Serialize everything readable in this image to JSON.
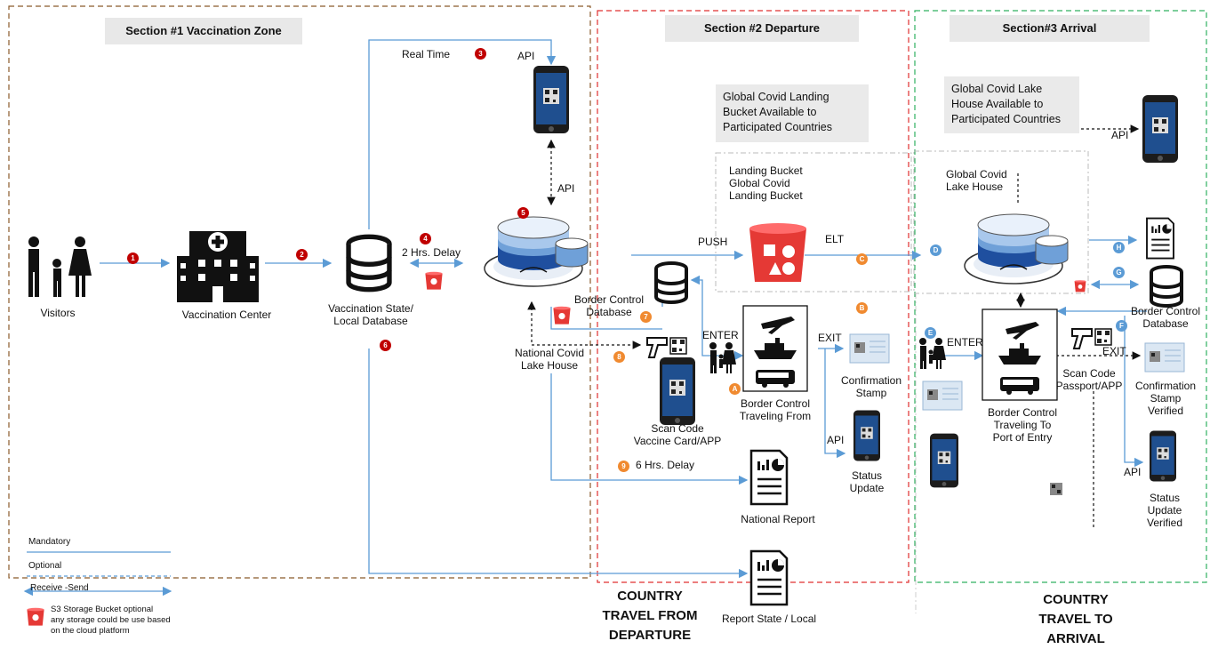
{
  "sections": {
    "s1": "Section #1 Vaccination Zone",
    "s2": "Section #2 Departure",
    "s3": "Section#3 Arrival"
  },
  "notes": {
    "landing_bucket": "Global Covid  Landing\nBucket Available to\nParticipated Countries",
    "lake_house": "Global Covid  Lake\nHouse Available to\nParticipated Countries"
  },
  "labels": {
    "visitors": "Visitors",
    "vaccination_center": "Vaccination Center",
    "vaccination_db": "Vaccination State/\nLocal Database",
    "real_time": "Real Time",
    "api_top": "API",
    "api_mid": "API",
    "api_status": "API",
    "api_arrival_top": "API",
    "api_arrival_bottom": "API",
    "two_hrs": "2 Hrs. Delay",
    "six_hrs": "6 Hrs. Delay",
    "national_lake": "National Covid\nLake House",
    "border_db_dep": "Border Control\nDatabase",
    "border_db_arr": "Border Control\nDatabase",
    "push": "PUSH",
    "elt": "ELT",
    "landing_label": "Landing  Bucket\nGlobal Covid\nLanding Bucket",
    "global_lake": "Global Covid\nLake House",
    "enter_dep": "ENTER",
    "exit_dep": "EXIT",
    "enter_arr": "ENTER",
    "exit_arr": "EXIT",
    "scan_vaccine": "Scan Code\nVaccine Card/APP",
    "traveling_from": "Border Control\nTraveling From",
    "confirmation_stamp": "Confirmation\nStamp",
    "status_update": "Status\nUpdate",
    "national_report": "National Report",
    "report_state": "Report State / Local",
    "traveling_to": "Border Control\nTraveling To\nPort of Entry",
    "scan_passport": "Scan Code\nPassport/APP",
    "stamp_verified": "Confirmation\nStamp\nVerified",
    "status_verified": "Status\nUpdate\nVerified",
    "country_from": "COUNTRY\nTRAVEL FROM\nDEPARTURE",
    "country_to": "COUNTRY\nTRAVEL TO\nARRIVAL"
  },
  "legend": {
    "mandatory": "Mandatory",
    "optional": "Optional",
    "receive_send": "Receive -Send",
    "s3": "S3 Storage Bucket  optional\nany storage could be use based\non the cloud platform"
  },
  "steps": [
    "1",
    "2",
    "3",
    "4",
    "5",
    "6",
    "7",
    "8",
    "9"
  ],
  "letters": [
    "A",
    "B",
    "C",
    "D",
    "E",
    "F",
    "G",
    "H"
  ],
  "colors": {
    "line": "#5b9bd5",
    "step_badge": "#c00000",
    "letter_badge_orange": "#f08a30",
    "letter_badge_blue": "#5b9bd5",
    "section1_border": "#8b5a2b",
    "section2_border": "#e03030",
    "section3_border": "#30b060",
    "bucket": "#e53935"
  },
  "icons": [
    "people-icon",
    "hospital-icon",
    "database-icon",
    "phone-qr-icon",
    "data-lake-icon",
    "s3-bucket-icon",
    "report-icon",
    "scanner-icon",
    "transport-icon",
    "passport-stamp-icon"
  ]
}
